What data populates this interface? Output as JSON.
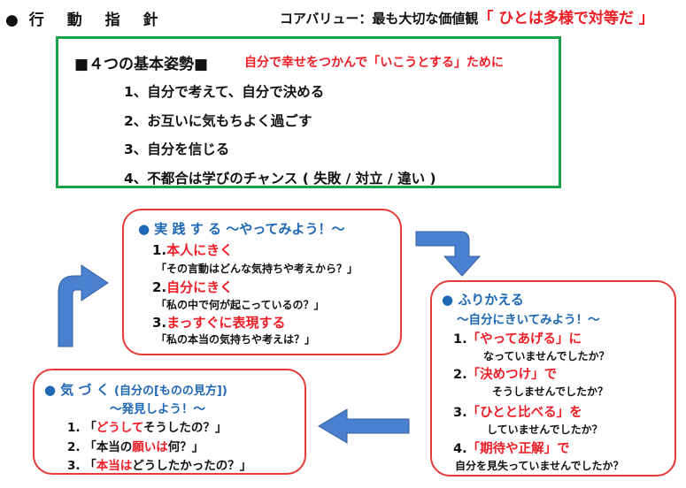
{
  "header": {
    "bullet": "●",
    "title_chars": [
      "行",
      "動",
      "指",
      "針"
    ],
    "core_value_prefix": "コアバリュー：最も大切な価値観",
    "core_value": "「 ひとは多様で対等だ 」"
  },
  "posture": {
    "heading": "■４つの基本姿勢■",
    "subtitle": "自分で幸せをつかんで「いこうとする」ために",
    "items": [
      "1、自分で考えて、自分で決める",
      "2、お互いに気もちよく過ごす",
      "3、自分を信じる",
      "4、不都合は学びのチャンス ( 失敗 / 対立 / 違い )"
    ]
  },
  "practice": {
    "title": "● 実 践 す る ～やってみよう！～",
    "items": [
      {
        "num": "1.",
        "label": "本人にきく",
        "quote": "「その言動はどんな気持ちや考えから？」"
      },
      {
        "num": "2.",
        "label": "自分にきく",
        "quote": "「私の中で何が起こっているの？」"
      },
      {
        "num": "3.",
        "label": "まっすぐに表現する",
        "quote": "「私の本当の気持ちや考えは？」"
      }
    ]
  },
  "reflect": {
    "title": "● ふりかえる",
    "subtitle": "～自分にきいてみよう！～",
    "items": [
      {
        "num": "1.",
        "label": "「やってあげる」",
        "particle": "に",
        "line2": "なっていませんでしたか？"
      },
      {
        "num": "2.",
        "label": "「決めつけ」",
        "particle": "で",
        "line2": "そうしませんでしたか？"
      },
      {
        "num": "3.",
        "label": "「ひとと比べる」",
        "particle": "を",
        "line2": "していませんでしたか？"
      },
      {
        "num": "4.",
        "label": "「期待や正解」",
        "particle": "で",
        "line2": "自分を見失っていませんでしたか？"
      }
    ]
  },
  "notice": {
    "title": "● 気 づ く",
    "title_note": "(自分の[ものの見方])",
    "subtitle": "～発見しよう！～",
    "items": [
      {
        "num": "1.",
        "open": "「",
        "red": "どうして",
        "rest": "そうしたの？」"
      },
      {
        "num": "2.",
        "open": "「本当の",
        "red": "願いは",
        "rest": "何？」"
      },
      {
        "num": "3.",
        "open": "「",
        "red": "本当は",
        "rest": "どうしたかったの？」"
      }
    ]
  },
  "colors": {
    "green_border": "#1aa34a",
    "red_border": "#e53b3b",
    "red_text": "#ee1c25",
    "blue_text": "#1e67b5",
    "arrow_blue": "#4a80d0"
  }
}
